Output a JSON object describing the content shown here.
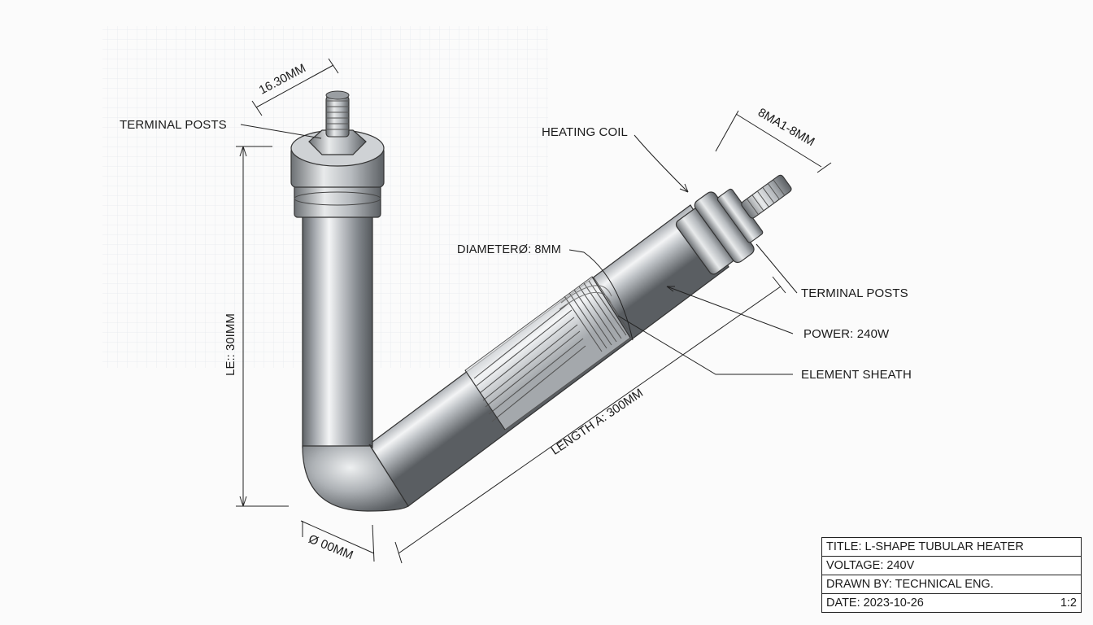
{
  "callouts": {
    "terminal_posts_top": "TERMINAL POSTS",
    "heating_coil": "HEATING COIL",
    "diameter": "DIAMETERØ: 8MM",
    "terminal_posts_right": "TERMINAL POSTS",
    "power": "POWER: 240W",
    "element_sheath": "ELEMENT SHEATH"
  },
  "dimensions": {
    "top_stud": "16.30MM",
    "right_stud": "8MA1-8MM",
    "vertical_leg": "LE:: 30IMM",
    "bend_diameter": "Ø 00MM",
    "length_a": "LENGTH A: 300MM"
  },
  "title_block": {
    "title": "TITLE: L-SHAPE TUBULAR HEATER",
    "voltage": "VOLTAGE: 240V",
    "drawn_by": "DRAWN BY: TECHNICAL ENG.",
    "date": "DATE:  2023-10-26",
    "scale": "1:2"
  }
}
